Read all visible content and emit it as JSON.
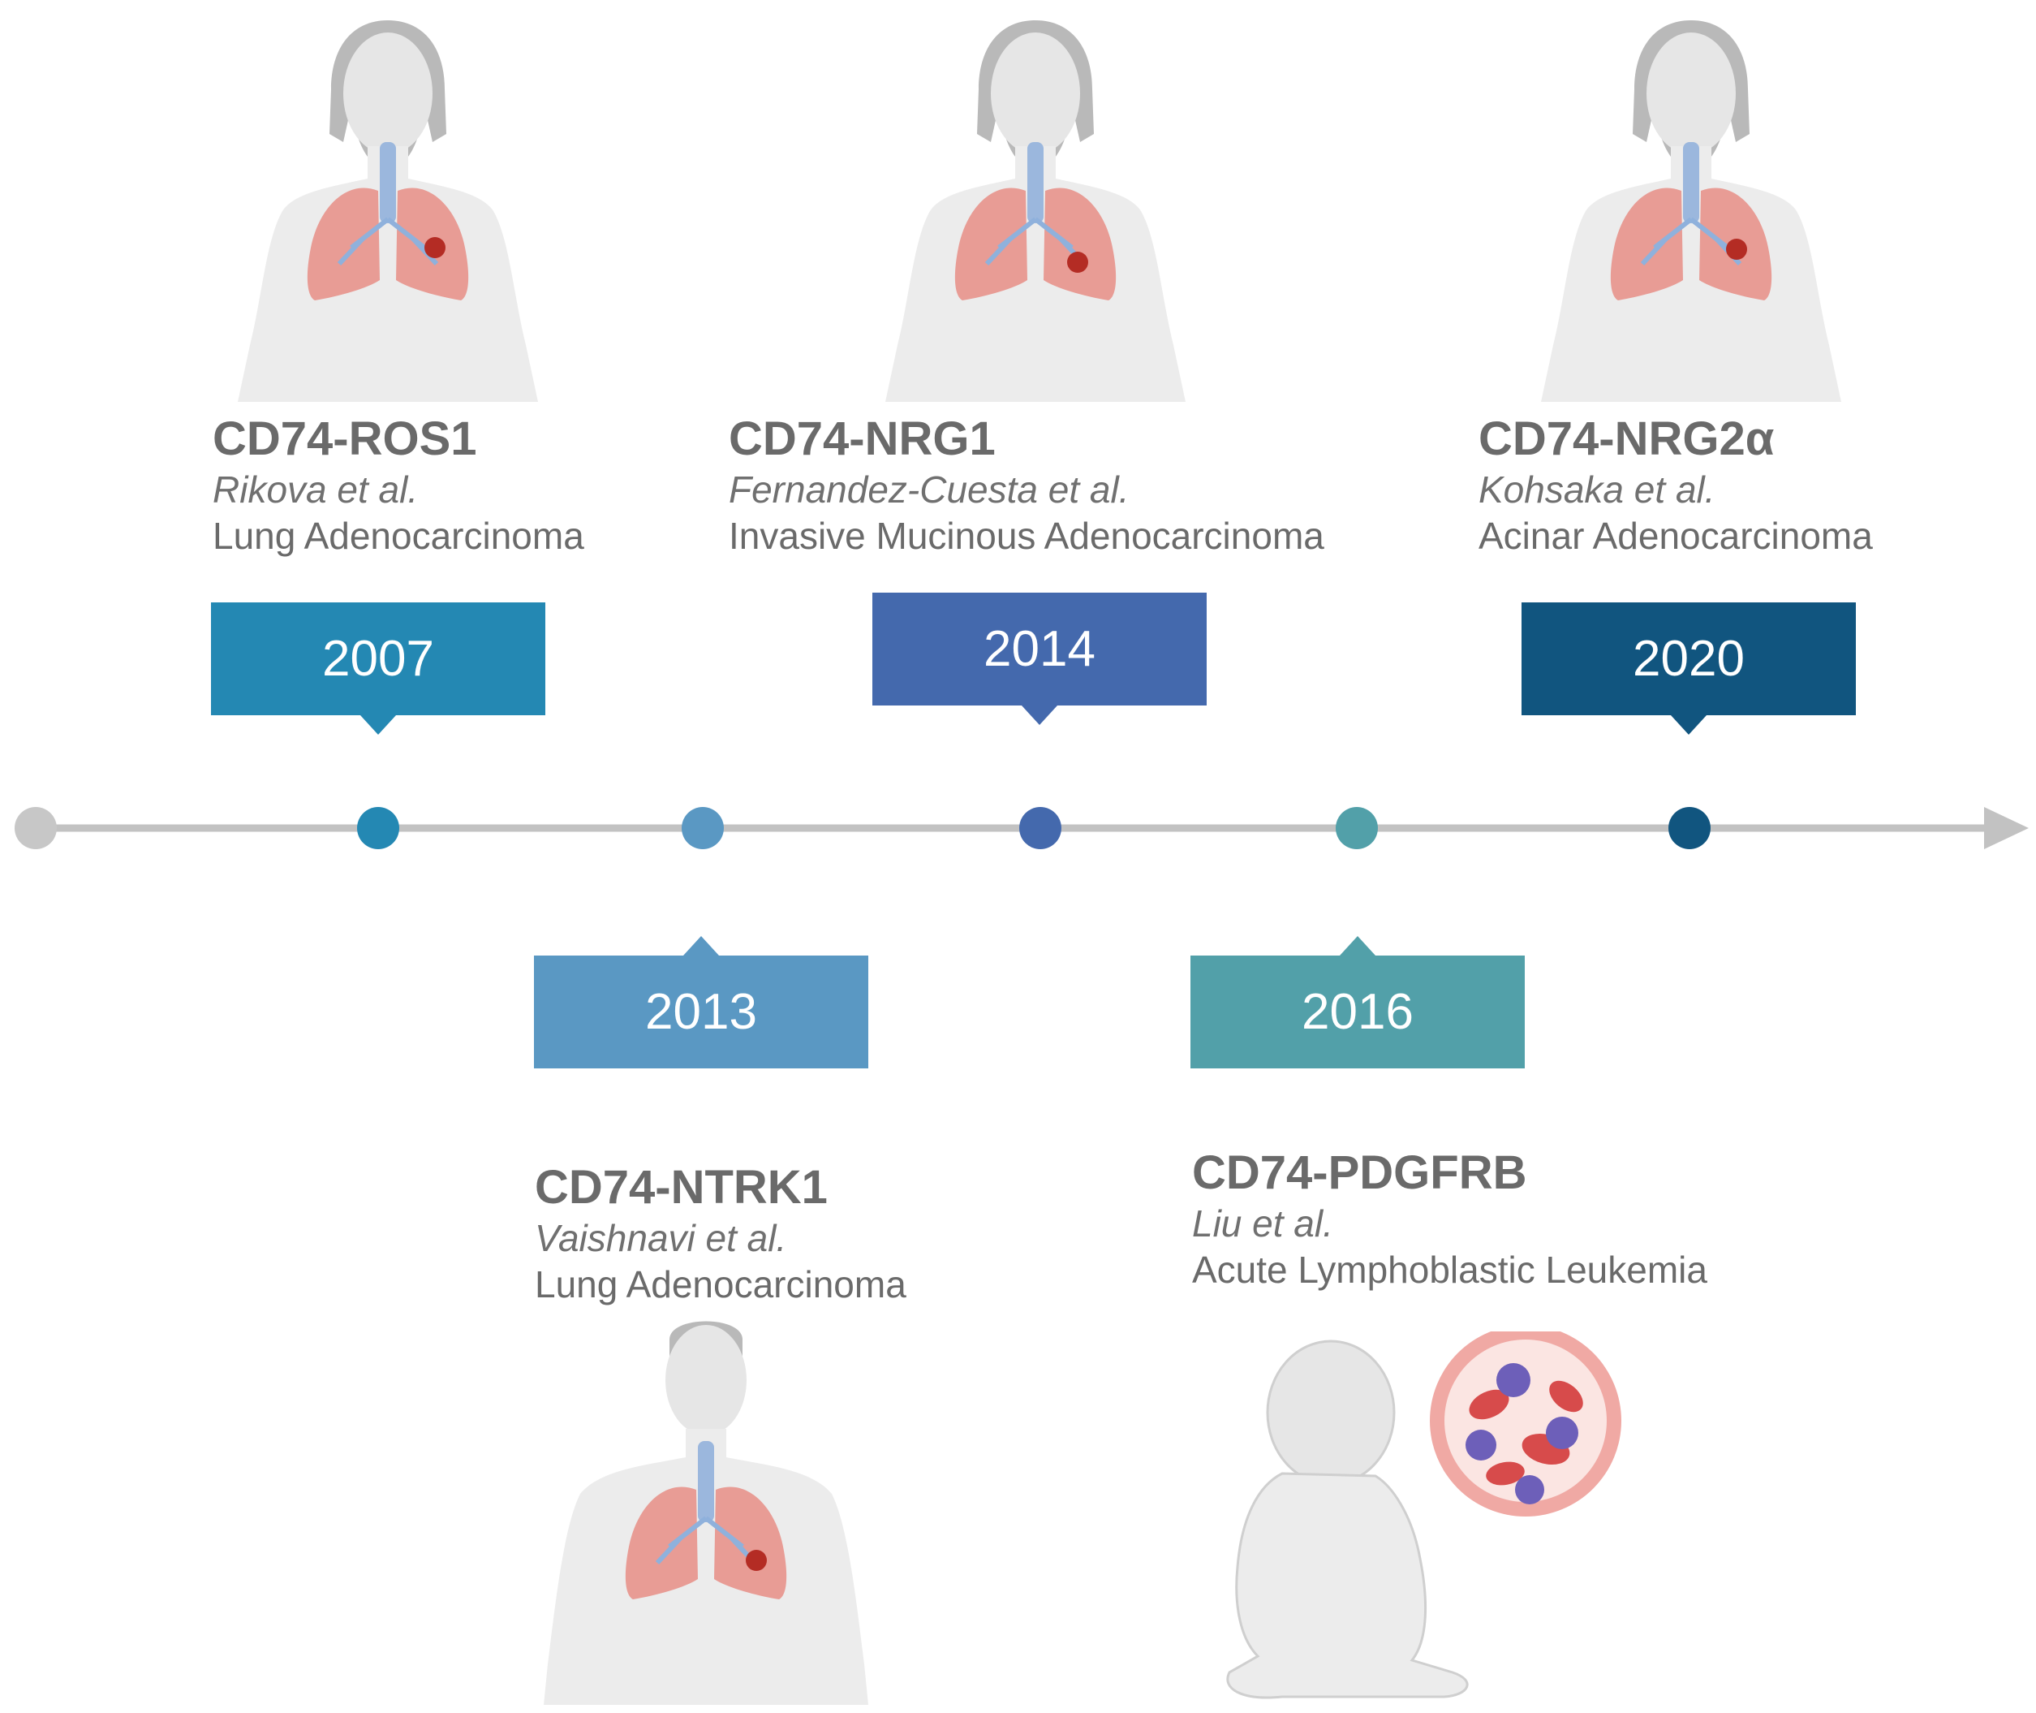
{
  "colors": {
    "y2007": "#2488b3",
    "y2013": "#5a98c3",
    "y2014": "#4469ad",
    "y2016": "#52a0a9",
    "y2020": "#11557f",
    "axis": "#c2c2c2",
    "start": "#c7c7c7"
  },
  "events": [
    {
      "year": "2007",
      "fusion": "CD74-ROS1",
      "author": "Rikova et al.",
      "disease": "Lung Adenocarcinoma"
    },
    {
      "year": "2013",
      "fusion": "CD74-NTRK1",
      "author": "Vaishnavi et al.",
      "disease": "Lung Adenocarcinoma"
    },
    {
      "year": "2014",
      "fusion": "CD74-NRG1",
      "author": "Fernandez-Cuesta et al.",
      "disease": "Invasive Mucinous Adenocarcinoma"
    },
    {
      "year": "2016",
      "fusion": "CD74-PDGFRB",
      "author": "Liu et al.",
      "disease": "Acute Lymphoblastic Leukemia"
    },
    {
      "year": "2020",
      "fusion": "CD74-NRG2α",
      "author": "Kohsaka et al.",
      "disease": "Acinar Adenocarcinoma"
    }
  ],
  "illustrations": [
    "female-lungs-tumor",
    "male-lungs-tumor",
    "infant-with-blood-cells"
  ]
}
